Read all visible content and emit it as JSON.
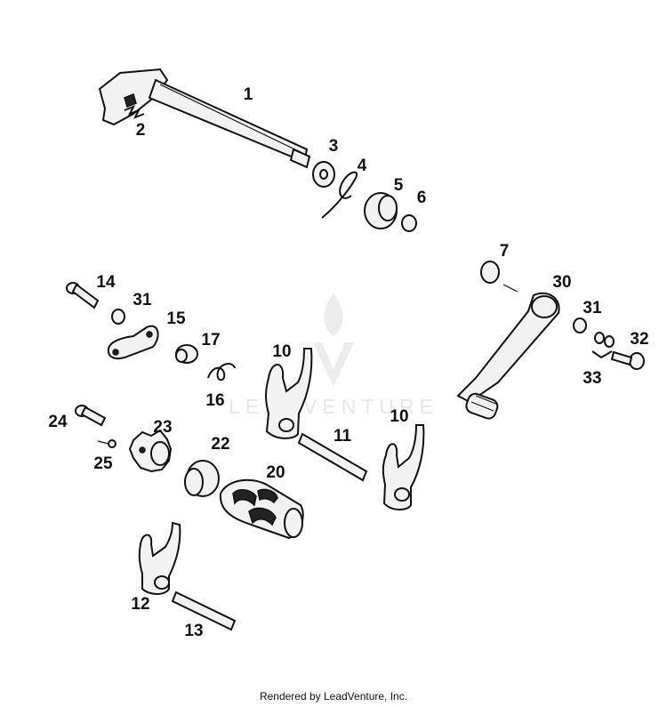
{
  "diagram": {
    "labels": [
      "1",
      "2",
      "3",
      "4",
      "5",
      "6",
      "7",
      "30",
      "14",
      "31",
      "15",
      "17",
      "16",
      "10",
      "31",
      "32",
      "33",
      "10",
      "24",
      "23",
      "11",
      "25",
      "22",
      "20",
      "12",
      "13"
    ]
  },
  "watermark": {
    "text": "LEADVENTURE"
  },
  "footer": {
    "text": "Rendered by LeadVenture, Inc."
  }
}
